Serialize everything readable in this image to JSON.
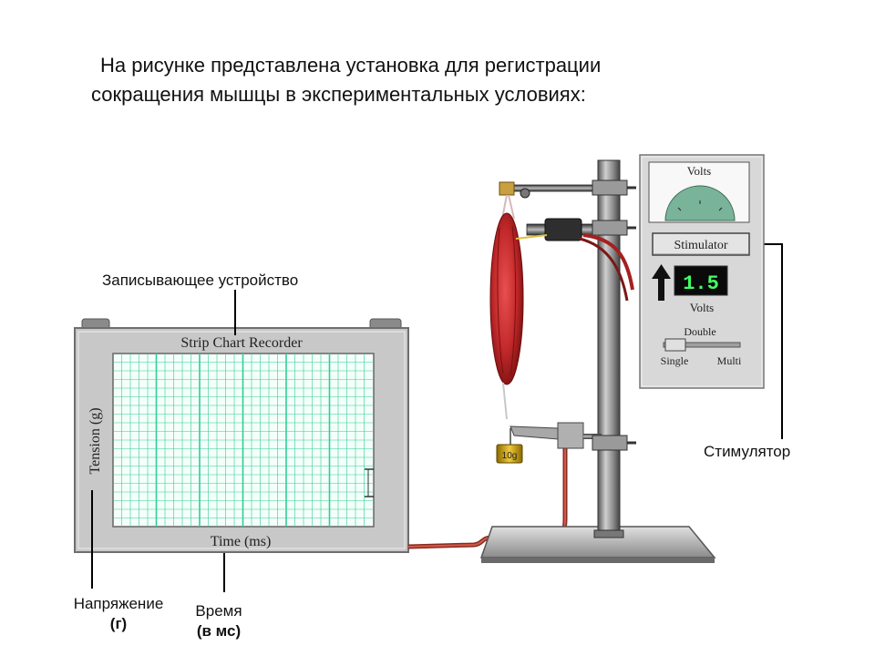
{
  "intro": {
    "line1": "На рисунке представлена  установка для регистрации",
    "line2": "сокращения мышцы в экспериментальных условиях:"
  },
  "labels": {
    "recorder": "Записывающее устройство",
    "stimulator": "Стимулятор",
    "tension_line1": "Напряжение",
    "tension_line2": "(г)",
    "time_line1": "Время",
    "time_line2": "(в мс)"
  },
  "recorder": {
    "title": "Strip Chart Recorder",
    "y_label": "Tension (g)",
    "x_label": "Time (ms)"
  },
  "stimulator": {
    "meter_label": "Volts",
    "button_label": "Stimulator",
    "display_value": "1.5",
    "display_unit": "Volts",
    "slider_top": "Double",
    "slider_left": "Single",
    "slider_right": "Multi"
  },
  "weight_label": "10g",
  "colors": {
    "grid": "#33cc99",
    "display": "#44ff66",
    "muscle": "#c0282a",
    "cable": "#b23a2a",
    "panel": "#d8d8d8"
  }
}
